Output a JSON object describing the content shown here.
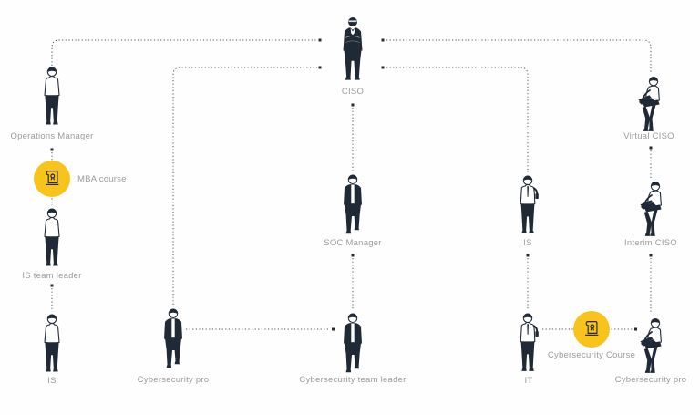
{
  "diagram_type": "career-path-flowchart",
  "nodes": [
    {
      "id": "operations-manager",
      "label": "Operations Manager",
      "figure": "standing-shirt"
    },
    {
      "id": "is-team-leader",
      "label": "IS team leader",
      "figure": "standing-shirt"
    },
    {
      "id": "is-left",
      "label": "IS",
      "figure": "standing-shirt"
    },
    {
      "id": "cybersecurity-pro-left",
      "label": "Cybersecurity pro",
      "figure": "walking-jacket"
    },
    {
      "id": "cybersecurity-team-leader",
      "label": "Cybersecurity team leader",
      "figure": "walking-jacket"
    },
    {
      "id": "soc-manager",
      "label": "SOC Manager",
      "figure": "walking-jacket"
    },
    {
      "id": "ciso",
      "label": "CISO",
      "figure": "suit-arms-crossed"
    },
    {
      "id": "is-right",
      "label": "IS",
      "figure": "standing-phone"
    },
    {
      "id": "it",
      "label": "IT",
      "figure": "standing-phone"
    },
    {
      "id": "cybersecurity-pro-right",
      "label": "Cybersecurity pro",
      "figure": "seated-laptop"
    },
    {
      "id": "interim-ciso",
      "label": "Interim CISO",
      "figure": "seated-laptop"
    },
    {
      "id": "virtual-ciso",
      "label": "Virtual CISO",
      "figure": "seated-laptop"
    }
  ],
  "courses": [
    {
      "id": "mba-course",
      "label": "MBA course",
      "icon": "certificate-icon"
    },
    {
      "id": "cybersecurity-course",
      "label": "Cybersecurity Course",
      "icon": "certificate-icon"
    }
  ],
  "connections": [
    {
      "from": "is-left",
      "to": "is-team-leader"
    },
    {
      "from": "is-team-leader",
      "to": "operations-manager",
      "via": "mba-course"
    },
    {
      "from": "operations-manager",
      "to": "ciso"
    },
    {
      "from": "cybersecurity-pro-left",
      "to": "ciso"
    },
    {
      "from": "cybersecurity-pro-left",
      "to": "cybersecurity-team-leader"
    },
    {
      "from": "cybersecurity-team-leader",
      "to": "soc-manager"
    },
    {
      "from": "soc-manager",
      "to": "ciso"
    },
    {
      "from": "virtual-ciso",
      "to": "ciso"
    },
    {
      "from": "is-right",
      "to": "ciso"
    },
    {
      "from": "it",
      "to": "is-right"
    },
    {
      "from": "it",
      "to": "cybersecurity-pro-right",
      "via": "cybersecurity-course"
    },
    {
      "from": "cybersecurity-pro-right",
      "to": "interim-ciso"
    },
    {
      "from": "interim-ciso",
      "to": "virtual-ciso"
    }
  ],
  "colors": {
    "figure": "#1f2a36",
    "dashed_line": "#49525b",
    "arrow_square": "#232c35",
    "label_text": "#9b9b9b",
    "badge_yellow": "#f8c31a",
    "background": "#fefefe"
  }
}
